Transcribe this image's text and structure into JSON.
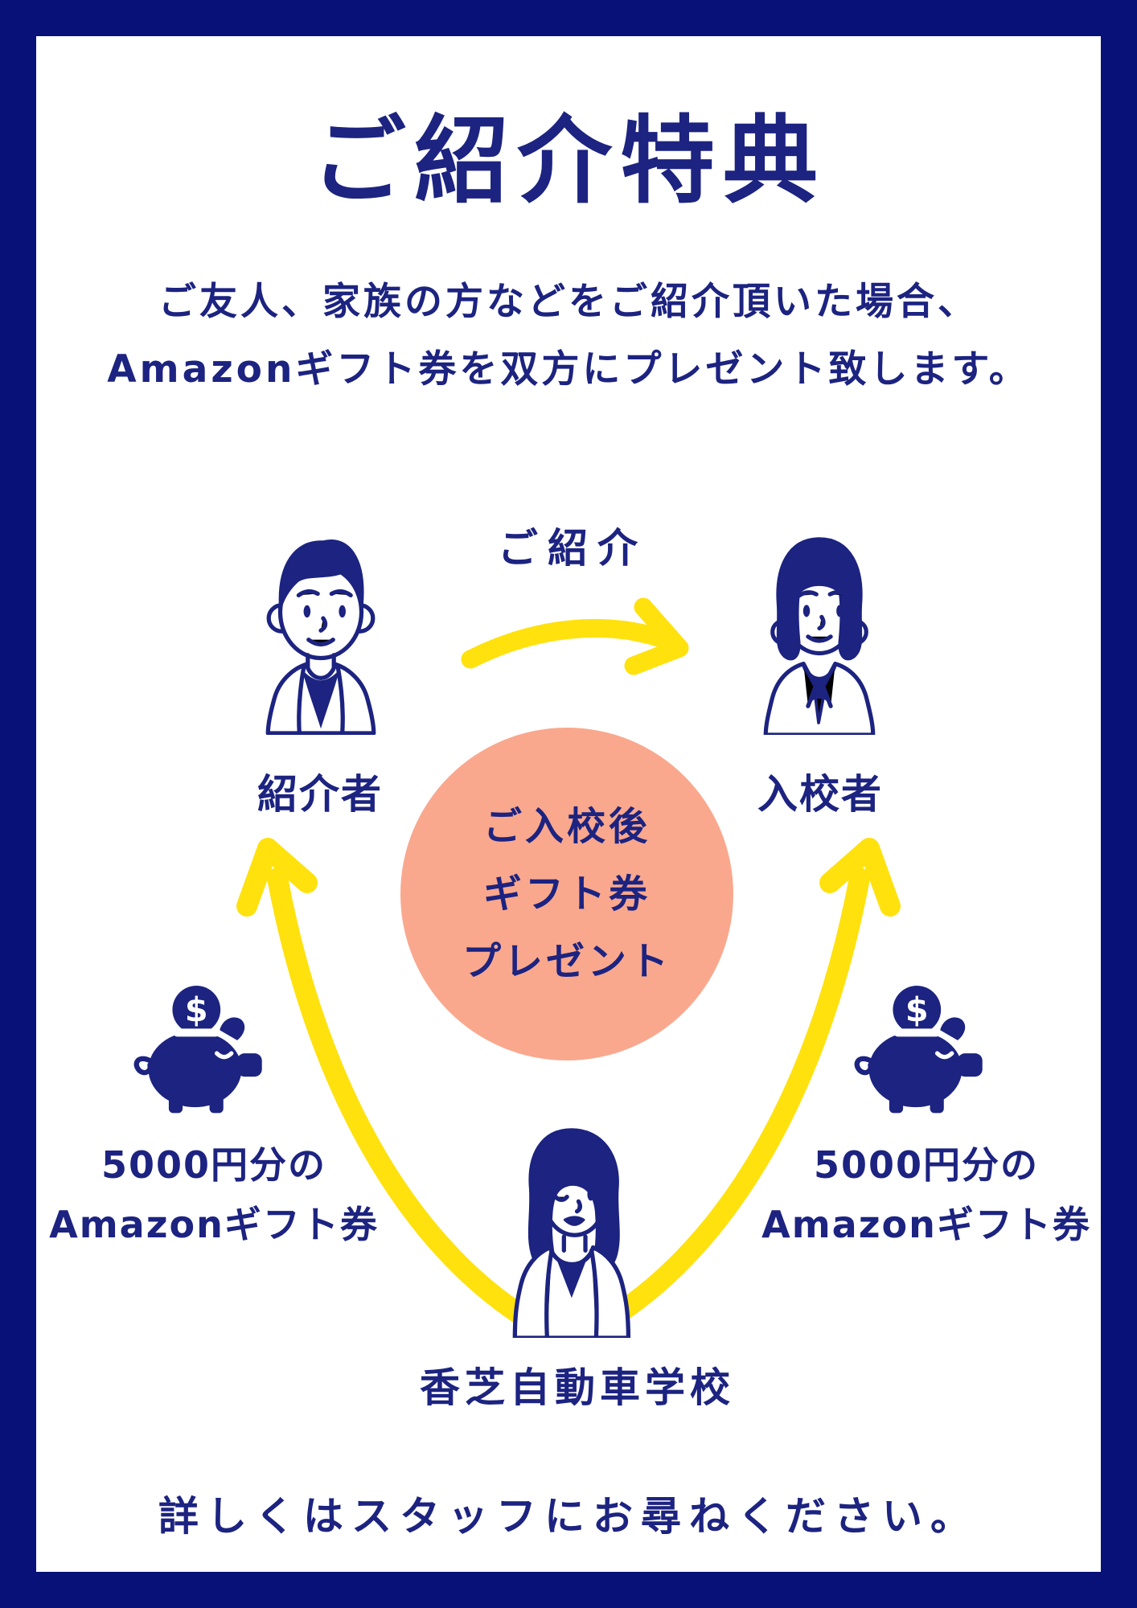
{
  "poster": {
    "title": "ご紹介特典",
    "subtitle": {
      "line1": "ご友人、家族の方などをご紹介頂いた場合、",
      "line2": "Amazonギフト券を双方にプレゼント致します。"
    },
    "diagram": {
      "arrow_label": "ご紹介",
      "referrer": {
        "label": "紹介者",
        "icon": "man-bust-illustration"
      },
      "enrollee": {
        "label": "入校者",
        "icon": "woman-bust-illustration"
      },
      "school": {
        "label": "香芝自動車学校",
        "icon": "school-staff-illustration"
      },
      "center_badge": {
        "line1": "ご入校後",
        "line2": "ギフト券",
        "line3": "プレゼント"
      },
      "reward_left": {
        "line1": "5000円分の",
        "line2": "Amazonギフト券",
        "icon": "piggy-bank-icon"
      },
      "reward_right": {
        "line1": "5000円分の",
        "line2": "Amazonギフト券",
        "icon": "piggy-bank-icon"
      }
    },
    "footer": "詳しくはスタッフにお尋ねください。"
  },
  "colors": {
    "frame_navy": "#081177",
    "ink_navy": "#1c2380",
    "accent_yellow": "#ffe10e",
    "badge_salmon": "#f9a88e",
    "background_white": "#ffffff"
  }
}
